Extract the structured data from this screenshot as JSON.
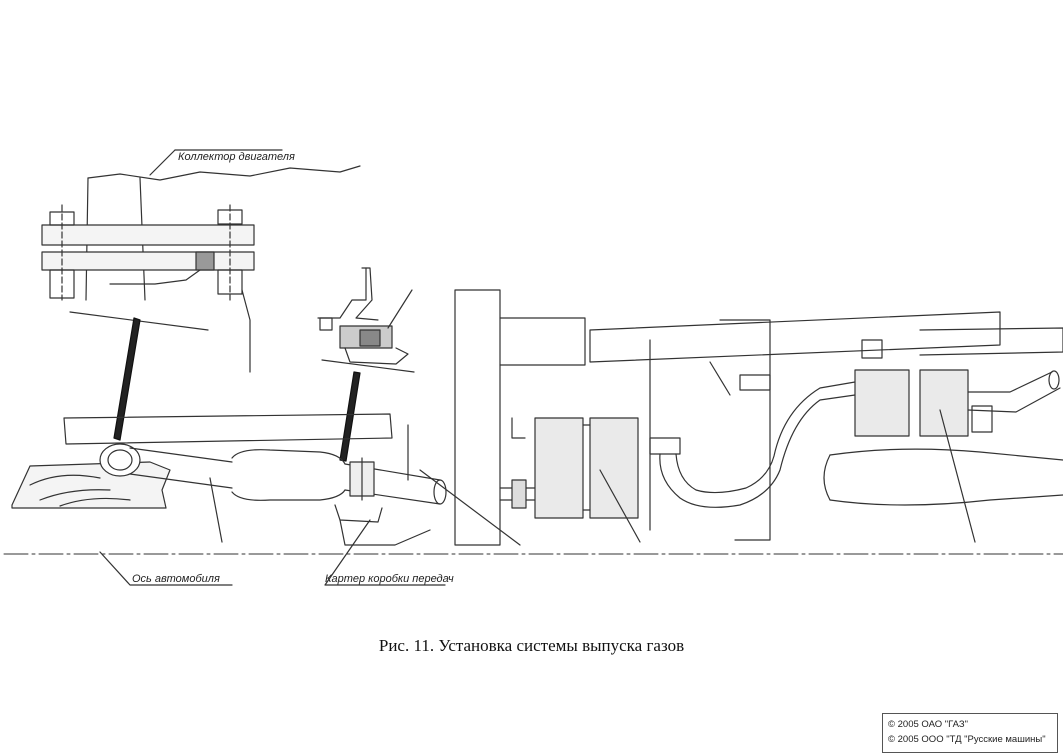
{
  "labels": {
    "manifold": "Коллектор двигателя",
    "axis": "Ось автомобиля",
    "gearbox": "Картер коробки передач"
  },
  "caption": "Рис. 11. Установка системы выпуска газов",
  "copyright": {
    "line1": "© 2005 ОАО \"ГАЗ\"",
    "line2": "© 2005 ООО \"ТД \"Русские машины\""
  }
}
